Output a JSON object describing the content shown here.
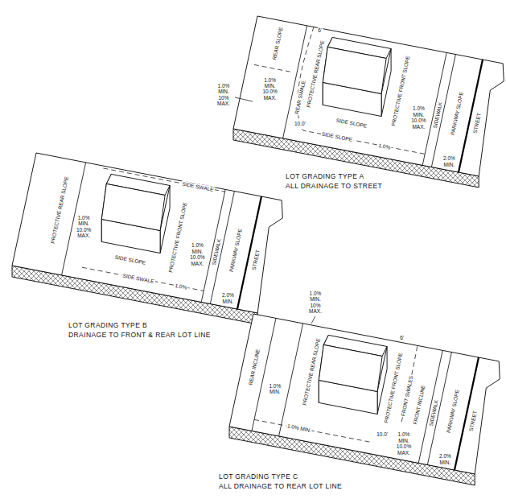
{
  "diagram": {
    "labels": [
      "REAR SLOPE",
      "1.0% MIN. 10.0% MAX.",
      "REAR SWALE",
      "6'",
      "PROTECTIVE REAR SLOPE",
      "10.0'",
      "SIDE SLOPE",
      "PROTECTIVE FRONT SLOPE",
      "1.0% MIN. 10.0% MAX.",
      "SIDEWALK",
      "PARKWAY SLOPE",
      "STREET",
      "2.0% MIN.",
      "1.0% MIN. 10% MAX.",
      "SIDE SLOPE",
      "1.0%",
      "LOT GRADING TYPE A",
      "ALL DRAINAGE TO STREET",
      "PROTECTIVE REAR SLOPE",
      "1.0% MIN. 10.0% MAX.",
      "SIDE SWALE",
      "PROTECTIVE FRONT SLOPE",
      "1.0% MIN. 10.0% MAX.",
      "SIDEWALK",
      "PARKWAY SLOPE",
      "STREET",
      "SIDE SLOPE",
      "SIDE SWALE",
      "1.0%",
      "2.0% MIN.",
      "LOT GRADING TYPE B",
      "DRAINAGE TO FRONT & REAR LOT LINE",
      "1.0% MIN. 10% MAX.",
      "REAR INCLINE",
      "1.0% MIN.",
      "PROTECTIVE REAR SLOPE",
      "6'",
      "PROTECTIVE FRONT SLOPE",
      "FRONT SWALES",
      "FRONT INCLINE",
      "10.0'",
      "1.0% MIN. 10.0% MAX.",
      "SIDEWALK",
      "PARKWAY SLOPE",
      "STREET",
      "2.0% MIN.",
      "1.0% MIN.",
      "LOT GRADING TYPE C",
      "ALL DRAINAGE TO REAR LOT LINE"
    ]
  }
}
